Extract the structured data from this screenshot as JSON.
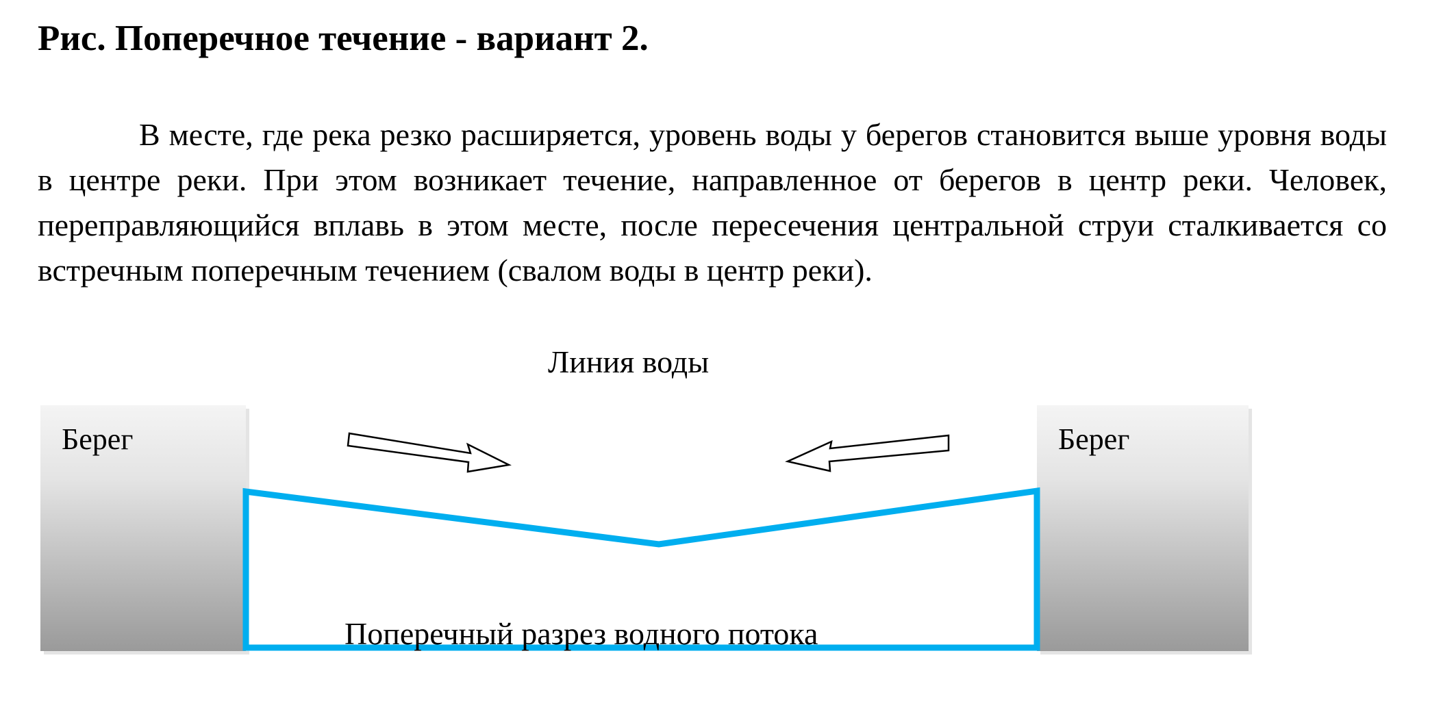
{
  "title": "Рис. Поперечное течение - вариант 2.",
  "paragraph": "В месте, где река резко расширяется, уровень воды у берегов становится выше уровня воды в центре реки. При этом возникает течение, направленное от берегов в центр реки. Человек, переправляющийся вплавь в этом месте, после пересечения центральной струи сталкивается со встречным поперечным течением (свалом воды в центр реки).",
  "diagram": {
    "water_line_label": "Линия воды",
    "left_bank_label": "Берег",
    "right_bank_label": "Берег",
    "cross_section_label": "Поперечный разрез водного потока",
    "colors": {
      "water_outline": "#00aeef",
      "bank_top": "#f4f4f4",
      "bank_bottom": "#9a9a9a",
      "arrow_stroke": "#000000"
    }
  }
}
